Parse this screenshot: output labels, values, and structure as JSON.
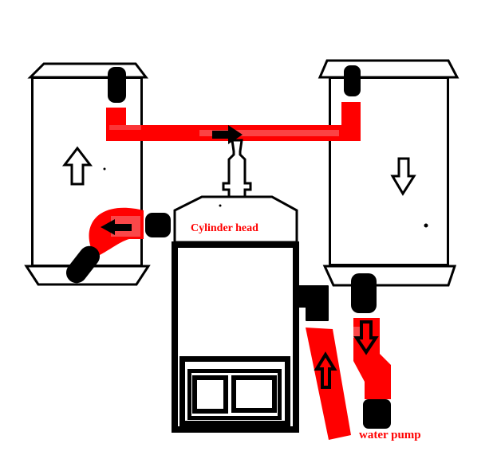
{
  "diagram": {
    "labels": {
      "cylinder_head": "Cylinder head",
      "water_pump": "water pump"
    },
    "colors": {
      "pipe": "#ff0000",
      "pipe_highlight": "#f9595b",
      "line": "#000000",
      "fill": "#ffffff",
      "label": "#ff0000"
    },
    "components": [
      {
        "name": "left-radiator-tank",
        "flow_arrow": "up"
      },
      {
        "name": "right-radiator-tank",
        "flow_arrow": "down"
      },
      {
        "name": "top-crossover-hose",
        "flow_arrow": "right"
      },
      {
        "name": "thermostat-outlet"
      },
      {
        "name": "cylinder-head"
      },
      {
        "name": "engine-block"
      },
      {
        "name": "left-return-hose",
        "flow_arrow": "left"
      },
      {
        "name": "engine-outlet-pipe",
        "flow_arrow": "up"
      },
      {
        "name": "pump-inlet-pipe",
        "flow_arrow": "down"
      },
      {
        "name": "water-pump"
      }
    ]
  }
}
